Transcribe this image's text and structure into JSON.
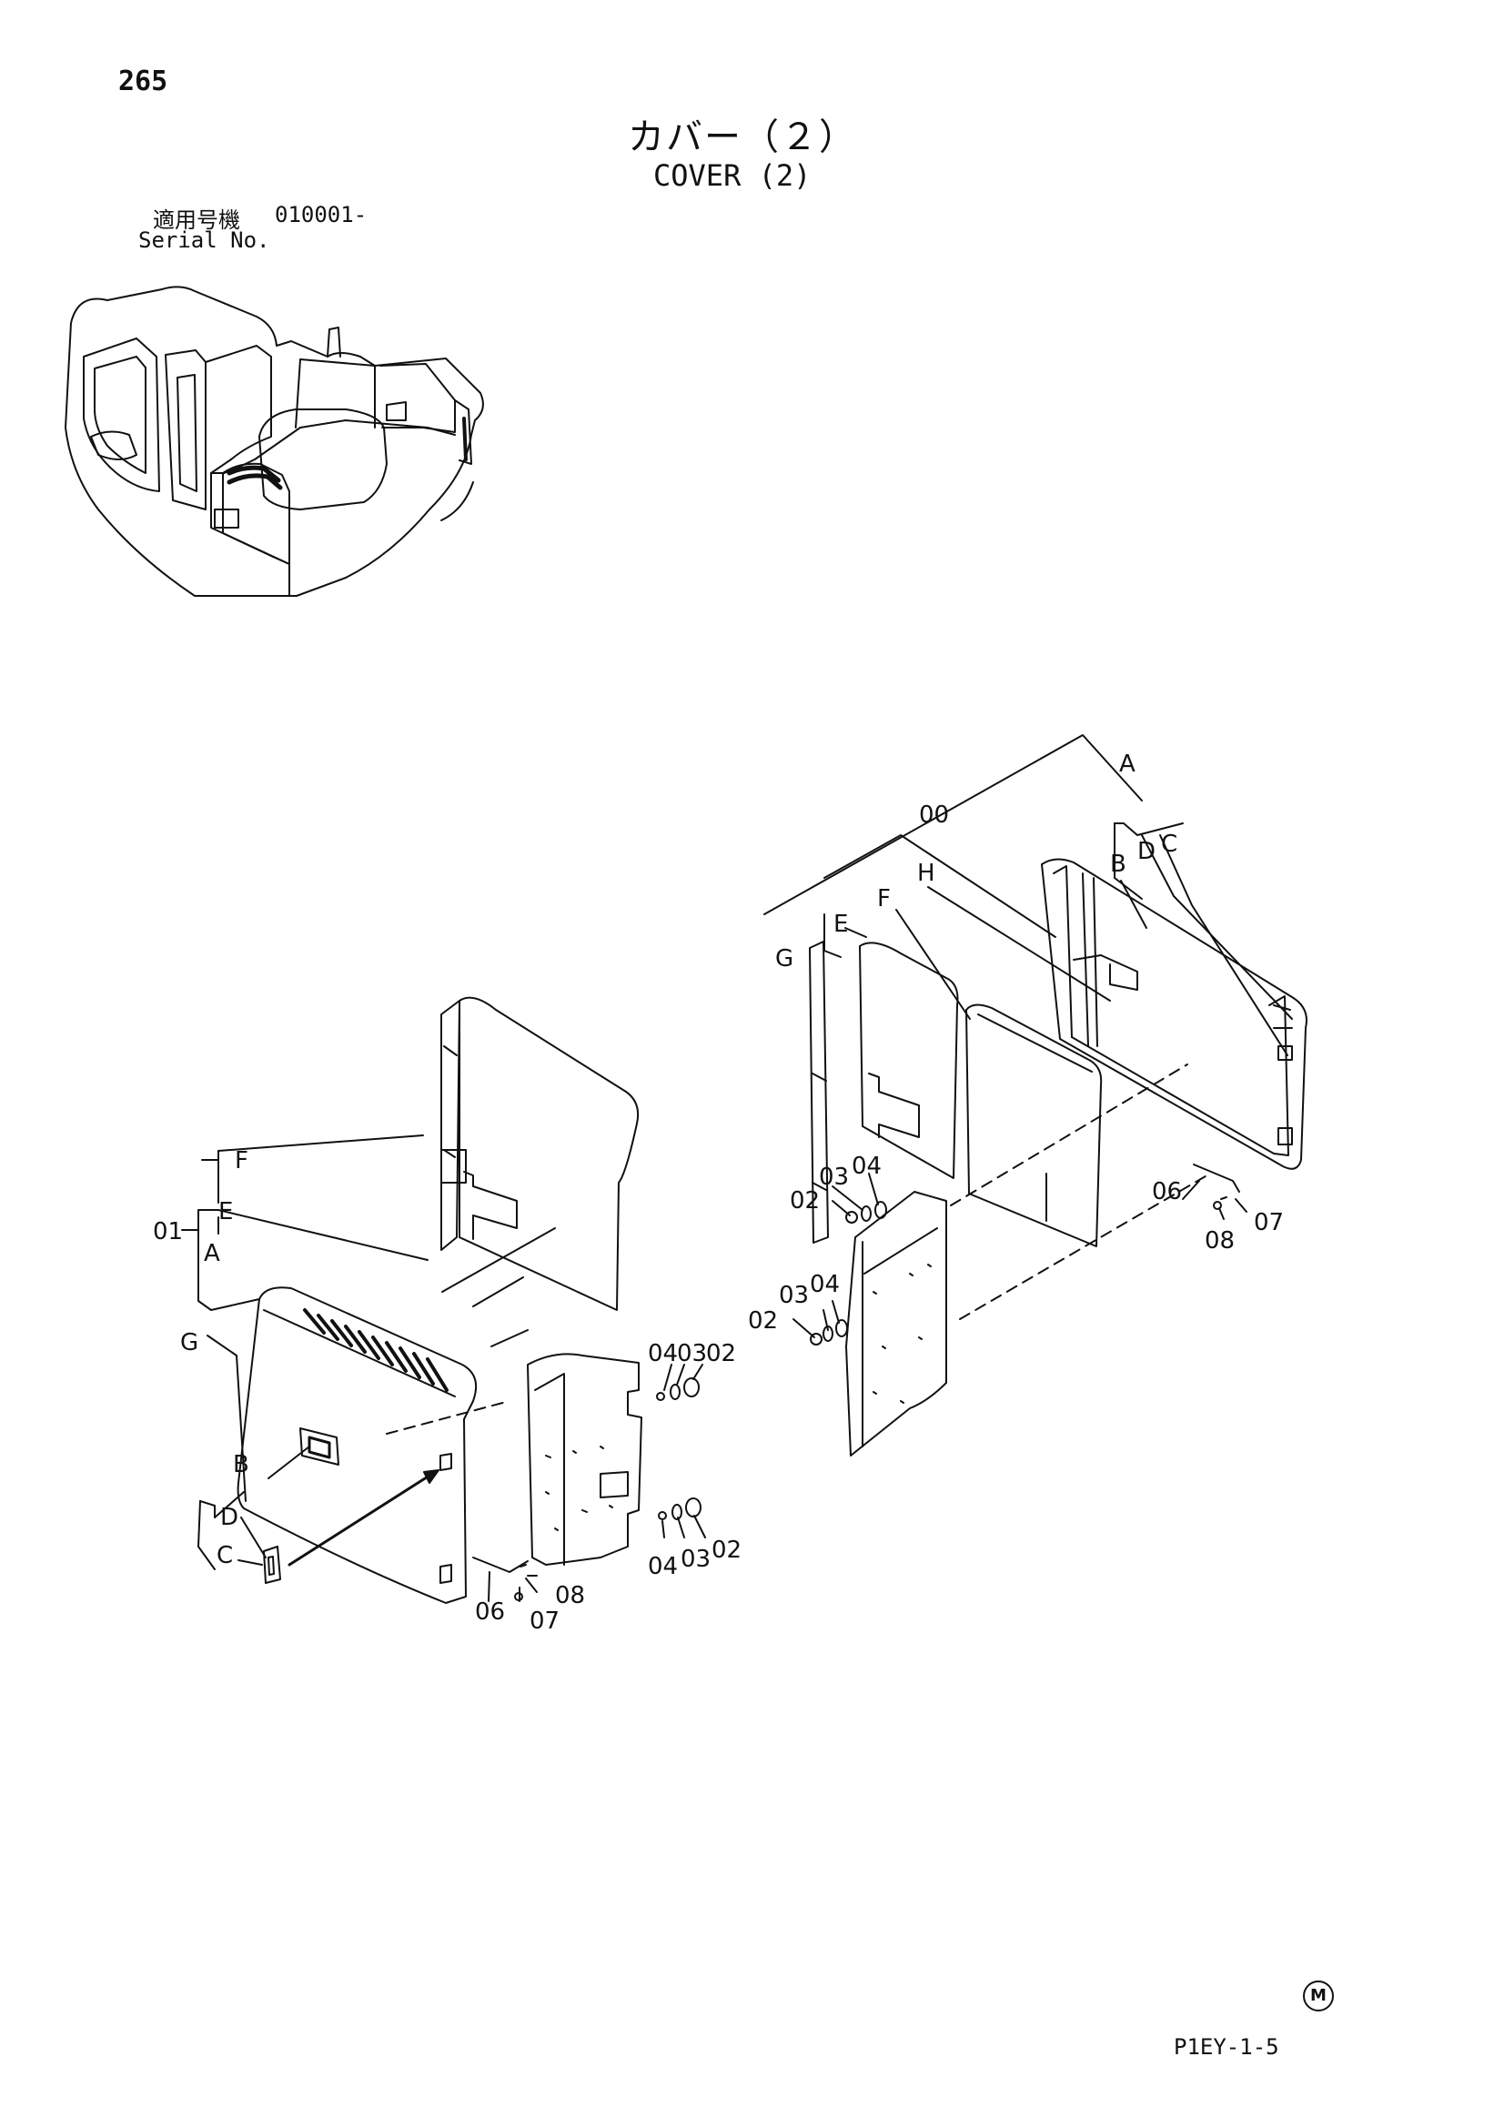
{
  "page": {
    "number": "265",
    "title_jp": "カバー（２）",
    "title_en": "COVER (2)",
    "serial_label_jp": "適用号機",
    "serial_value": "010001-",
    "serial_label_en": "Serial No.",
    "manufacturer_mark": "M",
    "figure_code": "P1EY-1-5"
  },
  "callouts": {
    "left": {
      "assembly": "01",
      "A": "A",
      "B": "B",
      "C": "C",
      "D": "D",
      "E": "E",
      "F": "F",
      "G": "G",
      "p02a": "02",
      "p03a": "03",
      "p04a": "04",
      "p02b": "02",
      "p03b": "03",
      "p04b": "04",
      "p06": "06",
      "p07": "07",
      "p08": "08"
    },
    "right": {
      "assembly": "00",
      "A": "A",
      "B": "B",
      "C": "C",
      "D": "D",
      "E": "E",
      "F": "F",
      "G": "G",
      "H": "H",
      "p02a": "02",
      "p03a": "03",
      "p04a": "04",
      "p02b": "02",
      "p03b": "03",
      "p04b": "04",
      "p06": "06",
      "p07": "07",
      "p08": "08"
    }
  }
}
